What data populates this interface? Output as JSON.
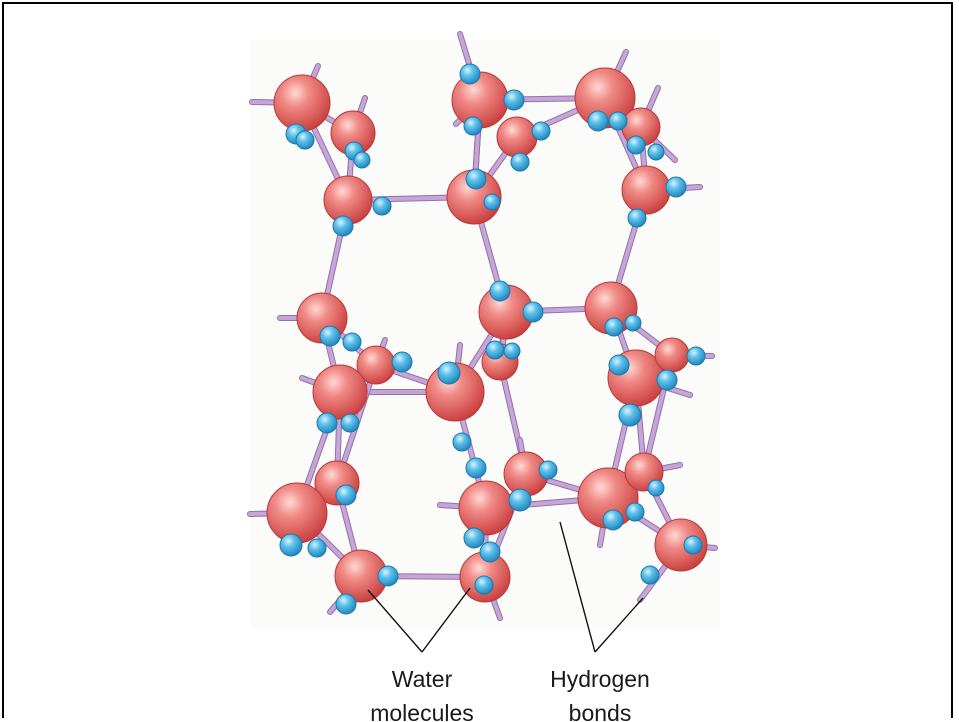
{
  "labels": {
    "water_line1": "Water",
    "water_line2": "molecules",
    "hbond_line1": "Hydrogen",
    "hbond_line2": "bonds"
  },
  "colors": {
    "oxygen": "#e8605f",
    "hydrogen": "#4fb3df",
    "bond": "#c7a5d8",
    "label_text": "#1a1a1a",
    "frame": "#000000"
  }
}
